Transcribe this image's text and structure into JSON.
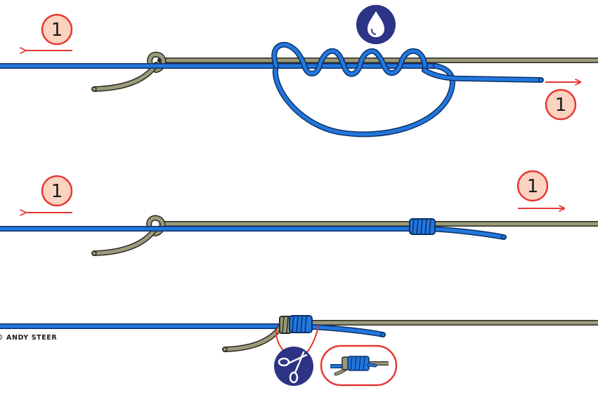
{
  "colors": {
    "leader_line": "#9b9a7a",
    "leader_outline": "#2b2b22",
    "main_line": "#2277dd",
    "main_outline": "#0c3066",
    "arrow": "#e53935",
    "step_badge_fill": "#fbd3c0",
    "step_badge_stroke": "#e53935",
    "icon_fill": "#2d3385",
    "icon_glyph": "#ffffff"
  },
  "icons": {
    "moisten": "water-drop-icon",
    "trim": "scissors-icon"
  },
  "stages": [
    {
      "left_step": "1",
      "right_step": "1"
    },
    {
      "left_step": "1",
      "right_step": "1"
    },
    {}
  ],
  "credit": "© ANDY STEER"
}
